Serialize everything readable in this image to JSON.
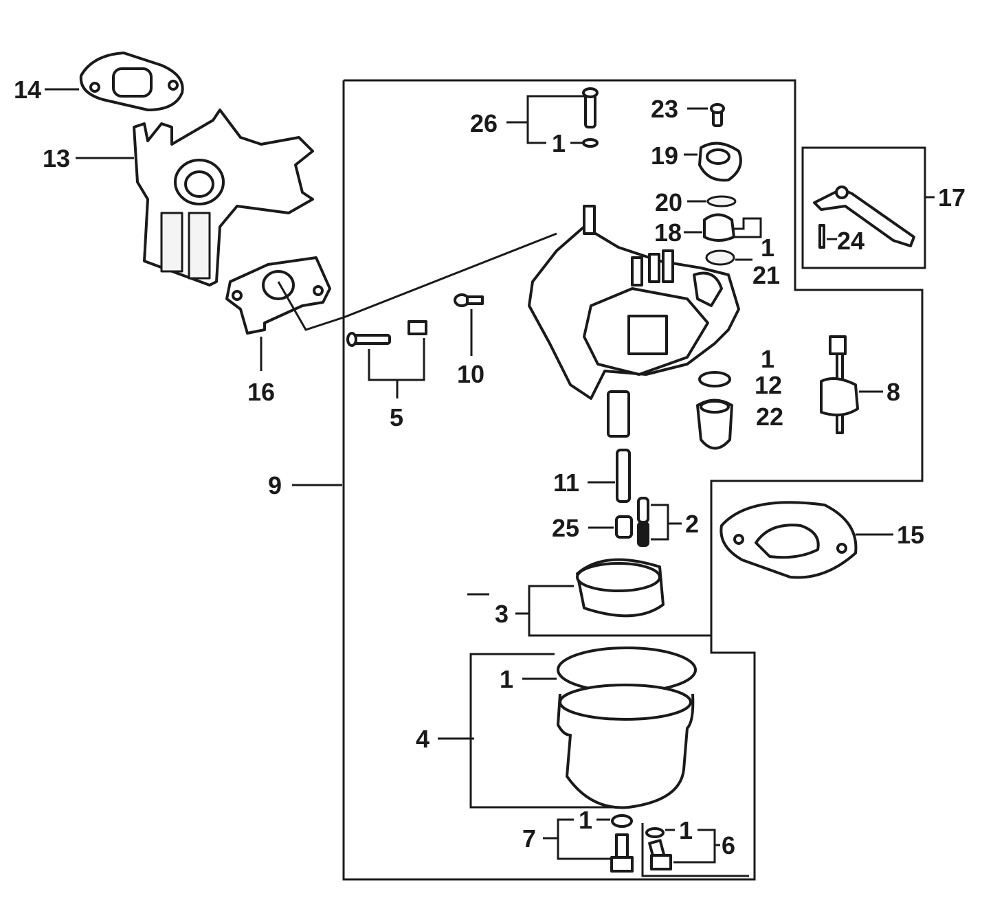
{
  "diagram": {
    "title": "Carburetor exploded parts diagram",
    "colors": {
      "ink": "#1a1a1a",
      "paper": "#ffffff"
    },
    "callouts": {
      "c14": "14",
      "c13": "13",
      "c16": "16",
      "c26": "26",
      "c1_top": "1",
      "c23": "23",
      "c19": "19",
      "c20": "20",
      "c18": "18",
      "c1_18": "1",
      "c21": "21",
      "c17": "17",
      "c24": "24",
      "c10": "10",
      "c5": "5",
      "c1_12": "1",
      "c12": "12",
      "c22": "22",
      "c8": "8",
      "c9": "9",
      "c11": "11",
      "c25": "25",
      "c2": "2",
      "c15": "15",
      "c3": "3",
      "c1_bowl": "1",
      "c4": "4",
      "c7": "7",
      "c1_7": "1",
      "c1_6": "1",
      "c6": "6"
    }
  }
}
